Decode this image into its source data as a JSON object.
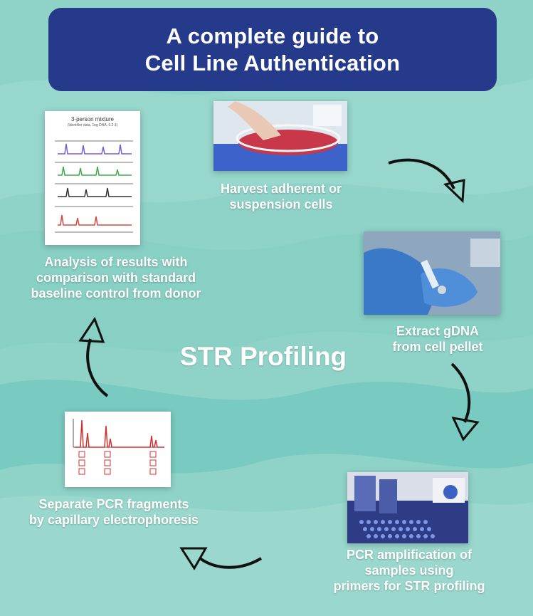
{
  "title": {
    "line1": "A complete guide to",
    "line2": "Cell Line Authentication"
  },
  "center_label": "STR Profiling",
  "steps": [
    {
      "line1": "Harvest adherent or",
      "line2": "suspension cells",
      "line3": ""
    },
    {
      "line1": "Extract gDNA",
      "line2": "from cell pellet",
      "line3": ""
    },
    {
      "line1": "PCR amplification of",
      "line2": "samples using",
      "line3": "primers for STR profiling"
    },
    {
      "line1": "Separate PCR fragments",
      "line2": "by capillary electrophoresis",
      "line3": ""
    },
    {
      "line1": "Analysis of results with",
      "line2": "comparison with standard",
      "line3": "baseline control from donor"
    }
  ],
  "report_image": {
    "heading": "3-person mixture",
    "subheading": "(Identifier data, 1ng DNA, 0.2:1)"
  },
  "colors": {
    "background": "#8fd3c8",
    "title_box": "#263a8c",
    "text": "#ffffff",
    "arrow": "#111111"
  }
}
